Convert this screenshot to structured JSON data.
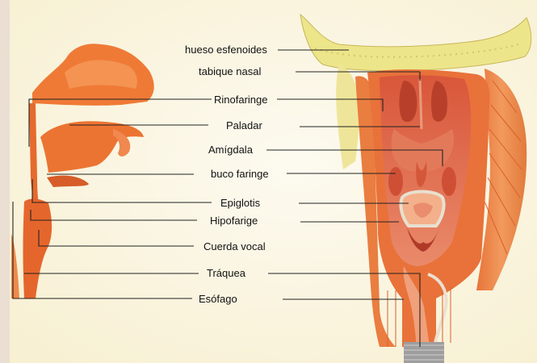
{
  "labels": {
    "sphenoid": "hueso esfenoides",
    "nasal_septum": "tabique nasal",
    "nasopharynx": "Rinofaringe",
    "palate": "Paladar",
    "tonsil": "Amígdala",
    "oropharynx": "buco faringe",
    "epiglottis": "Epiglotis",
    "hypopharynx": "Hipofarige",
    "vocal_cord": "Cuerda vocal",
    "trachea": "Tráquea",
    "esophagus": "Esófago"
  },
  "colors": {
    "background": "#fbf7e6",
    "tissue": "#e8702e",
    "tissue_light": "#f3a266",
    "tissue_dark": "#c24a22",
    "bone": "#ece58c",
    "line": "#222222"
  }
}
